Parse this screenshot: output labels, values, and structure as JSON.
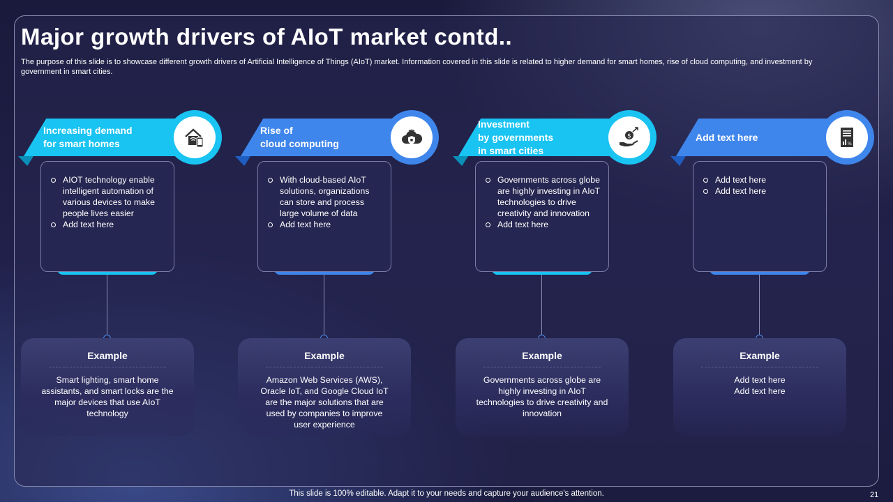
{
  "slide": {
    "title": "Major growth drivers of AIoT market contd..",
    "subtitle": "The purpose of this slide is to showcase different growth drivers of Artificial Intelligence of Things (AIoT) market. Information covered in this slide is related to higher demand for smart homes, rise of cloud computing, and investment by government in smart cities.",
    "footer": "This slide is 100% editable. Adapt it to your needs and capture your audience's attention.",
    "page_number": "21"
  },
  "colors": {
    "cyan": "#19c3f2",
    "blue": "#3f86ec",
    "cyan_dark": "#0a8fb8",
    "blue_dark": "#1f5ec0"
  },
  "drivers": [
    {
      "heading": "Increasing demand\nfor smart homes",
      "icon": "smart-home-icon",
      "bullets": [
        "AIOT technology enable intelligent automation of various devices to make people lives easier",
        "Add text here"
      ],
      "example_title": "Example",
      "example_text": "Smart lighting, smart home assistants, and smart locks are the major devices that use AIoT technology"
    },
    {
      "heading": "Rise of\ncloud computing",
      "icon": "cloud-security-icon",
      "bullets": [
        "With cloud-based AIoT solutions, organizations can store and process large volume  of data",
        "Add text here"
      ],
      "example_title": "Example",
      "example_text": "Amazon Web Services (AWS), Oracle IoT, and Google Cloud IoT are the major solutions that are used by companies to improve  user experience"
    },
    {
      "heading": "Investment\nby governments\nin smart cities",
      "icon": "money-investment-icon",
      "bullets": [
        "Governments  across globe are highly investing in AIoT technologies to drive creativity and innovation",
        "Add text here"
      ],
      "example_title": "Example",
      "example_text": "Governments  across globe are highly investing in AIoT technologies to drive  creativity and innovation"
    },
    {
      "heading": "Add text here",
      "icon": "document-chart-icon",
      "bullets": [
        "Add text here",
        "Add text here"
      ],
      "example_title": "Example",
      "example_text": "Add text here\nAdd text here"
    }
  ]
}
